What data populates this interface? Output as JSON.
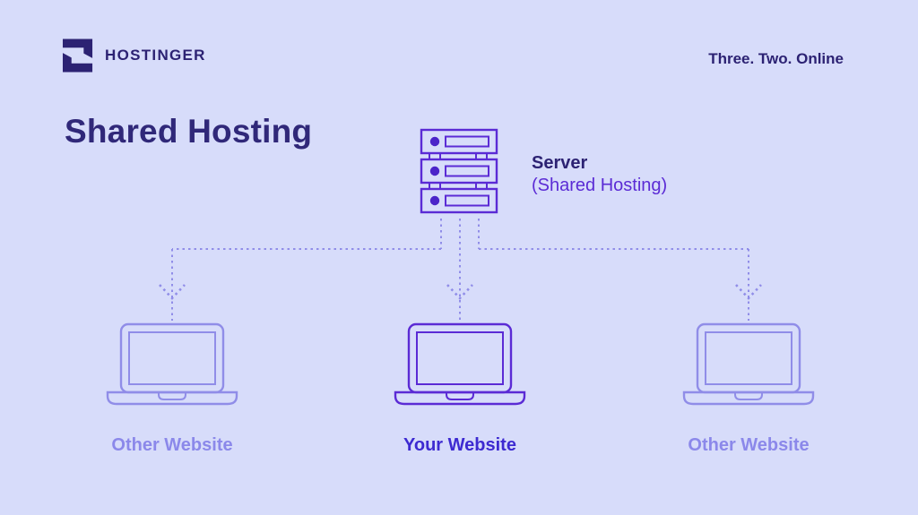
{
  "header": {
    "logo_text": "HOSTINGER",
    "tagline": "Three. Two. Online"
  },
  "diagram": {
    "title": "Shared Hosting",
    "server": {
      "label_line1": "Server",
      "label_line2": "(Shared Hosting)"
    },
    "nodes": [
      {
        "label": "Other Website",
        "type": "other"
      },
      {
        "label": "Your Website",
        "type": "yours"
      },
      {
        "label": "Other Website",
        "type": "other"
      }
    ]
  },
  "icons": {
    "logo": "hostinger-logo-icon",
    "server": "server-rack-icon",
    "laptop": "laptop-icon",
    "arrow": "arrow-down-icon"
  },
  "colors": {
    "background": "#d7dcfa",
    "brand_dark_indigo": "#2c2273",
    "title_indigo": "#302879",
    "accent_purple": "#5b2bd5",
    "server_dot_purple": "#4b24c9",
    "connector_light_purple": "#908de8",
    "your_website_purple": "#3d2ad1",
    "other_website_light": "#8b88ea"
  }
}
